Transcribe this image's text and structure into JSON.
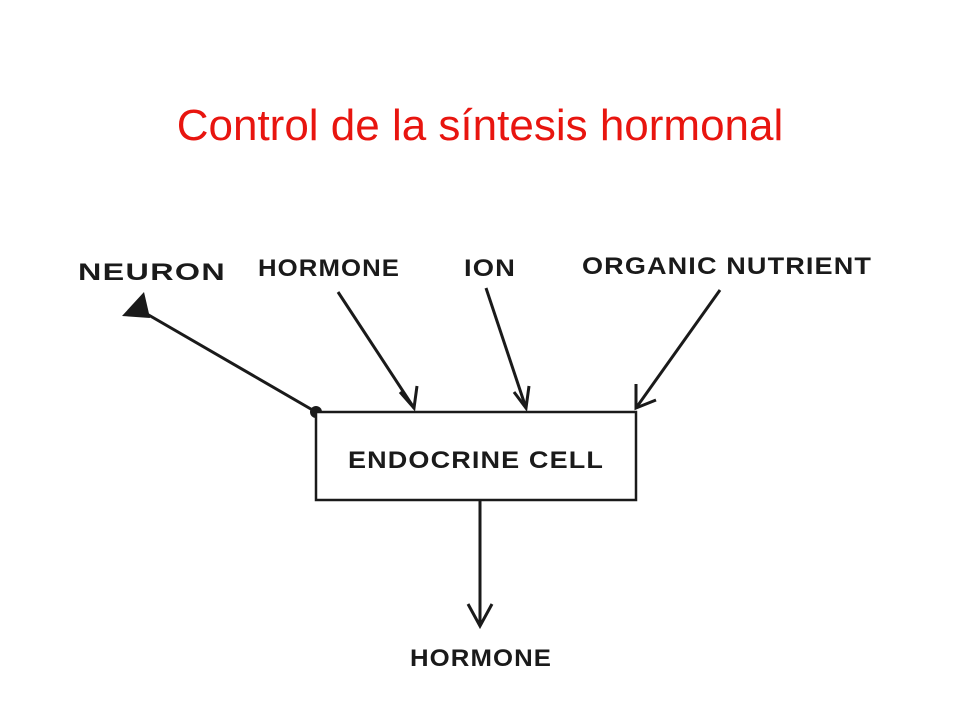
{
  "slide": {
    "title": "Control de la síntesis hormonal",
    "title_color": "#e8150f"
  },
  "diagram": {
    "ink_color": "#1a1a1a",
    "inputs": [
      {
        "id": "neuron",
        "label": "NEURON",
        "connector": "synapse-dot"
      },
      {
        "id": "hormone",
        "label": "HORMONE",
        "connector": "arrow"
      },
      {
        "id": "ion",
        "label": "ION",
        "connector": "arrow"
      },
      {
        "id": "organic-nutrient",
        "label": "ORGANIC NUTRIENT",
        "connector": "arrow"
      }
    ],
    "cell": {
      "label": "ENDOCRINE CELL"
    },
    "output": {
      "label": "HORMONE",
      "connector": "arrow"
    }
  }
}
